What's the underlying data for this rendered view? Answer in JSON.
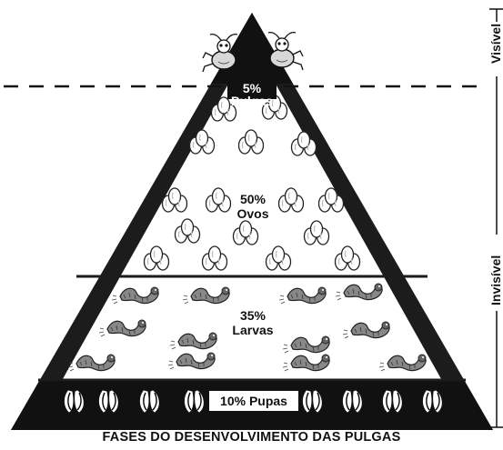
{
  "diagram": {
    "caption": "FASES DO DESENVOLVIMENTO DAS PULGAS",
    "side_labels": {
      "visible": "Visível",
      "invisible": "Invisível"
    },
    "stages": [
      {
        "percent": "5%",
        "name": "Pulgas",
        "icon": "flea-icon"
      },
      {
        "percent": "50%",
        "name": "Ovos",
        "icon": "egg-cluster-icon"
      },
      {
        "percent": "35%",
        "name": "Larvas",
        "icon": "larva-icon"
      },
      {
        "percent": "10%",
        "name": "Pupas",
        "label": "10% Pupas",
        "icon": "pupa-cocoon-icon"
      }
    ],
    "colors": {
      "pyramid_fill": "#ffffff",
      "pyramid_border": "#1c1c1c",
      "top_band": "#111111"
    }
  }
}
